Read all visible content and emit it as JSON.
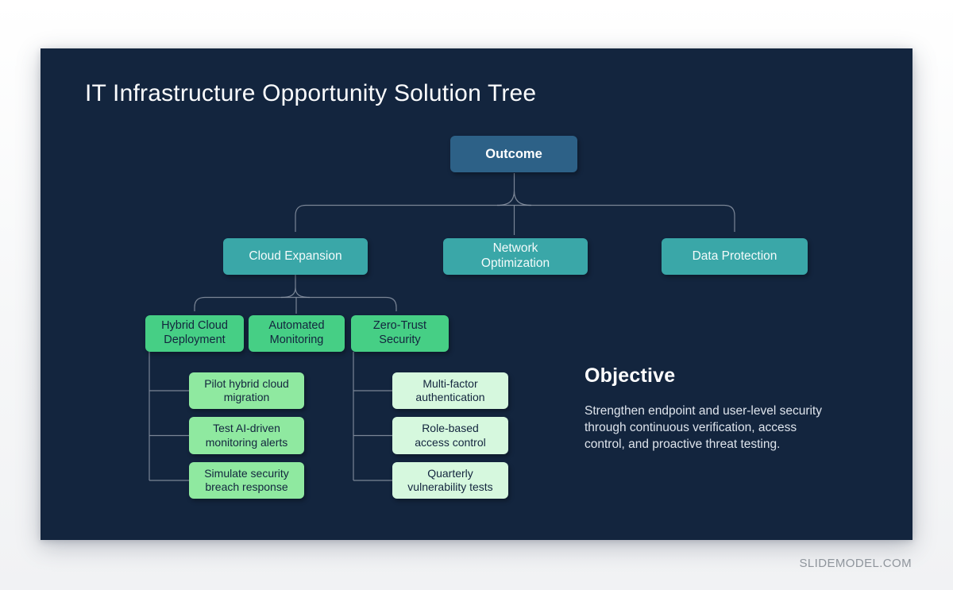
{
  "slide": {
    "title": "IT Infrastructure Opportunity Solution Tree",
    "tree": {
      "root": {
        "label": "Outcome"
      },
      "level2": [
        {
          "label": "Cloud Expansion"
        },
        {
          "label": "Network\nOptimization"
        },
        {
          "label": "Data Protection"
        }
      ],
      "level3": [
        {
          "label": "Hybrid Cloud\nDeployment"
        },
        {
          "label": "Automated\nMonitoring"
        },
        {
          "label": "Zero-Trust\nSecurity"
        }
      ],
      "leaves_left": [
        {
          "label": "Pilot hybrid cloud\nmigration"
        },
        {
          "label": "Test AI-driven\nmonitoring alerts"
        },
        {
          "label": "Simulate security\nbreach response"
        }
      ],
      "leaves_right": [
        {
          "label": "Multi-factor\nauthentication"
        },
        {
          "label": "Role-based\naccess control"
        },
        {
          "label": "Quarterly\nvulnerability tests"
        }
      ]
    },
    "objective": {
      "heading": "Objective",
      "body": "Strengthen endpoint and user-level security through continuous verification, access control, and proactive threat testing."
    },
    "colors": {
      "slide_bg": "#13253E",
      "node_outcome": "#2D6187",
      "node_level2": "#3AA7A8",
      "node_level3": "#46CF85",
      "node_leaf_left": "#8FE9A0",
      "node_leaf_right": "#D6F8DE",
      "connector": "#8D97A6",
      "title_text": "#FBFCFD",
      "dark_text": "#13253E",
      "body_text": "#DEE4EC",
      "watermark": "#8F959C"
    }
  },
  "page": {
    "watermark": "SLIDEMODEL.COM"
  }
}
